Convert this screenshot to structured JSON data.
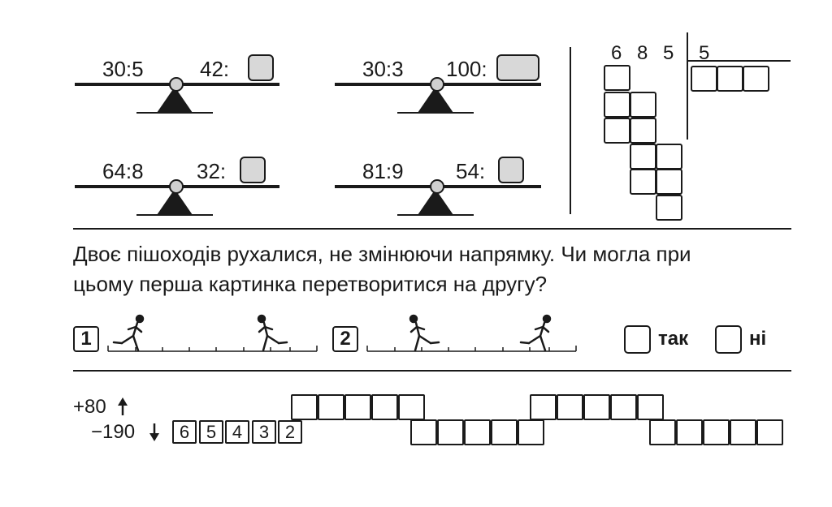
{
  "scales": [
    {
      "left": "30:5",
      "right": "42:"
    },
    {
      "left": "30:3",
      "right": "100:"
    },
    {
      "left": "64:8",
      "right": "32:"
    },
    {
      "left": "81:9",
      "right": "54:"
    }
  ],
  "division": {
    "dividend_digits": [
      "6",
      "8",
      "5"
    ],
    "divisor": "5"
  },
  "task": {
    "line1": "Двоє пішоходів рухалися, не змінюючи напрямку. Чи могла при",
    "line2": "цьому перша картинка перетворитися на другу?"
  },
  "pictures": [
    {
      "number": "1"
    },
    {
      "number": "2"
    }
  ],
  "answer_options": {
    "yes": "так",
    "no": "ні"
  },
  "chain": {
    "plus_label": "+80",
    "minus_label": "−190",
    "start_cells": [
      "6",
      "5",
      "4",
      "3",
      "2"
    ]
  }
}
